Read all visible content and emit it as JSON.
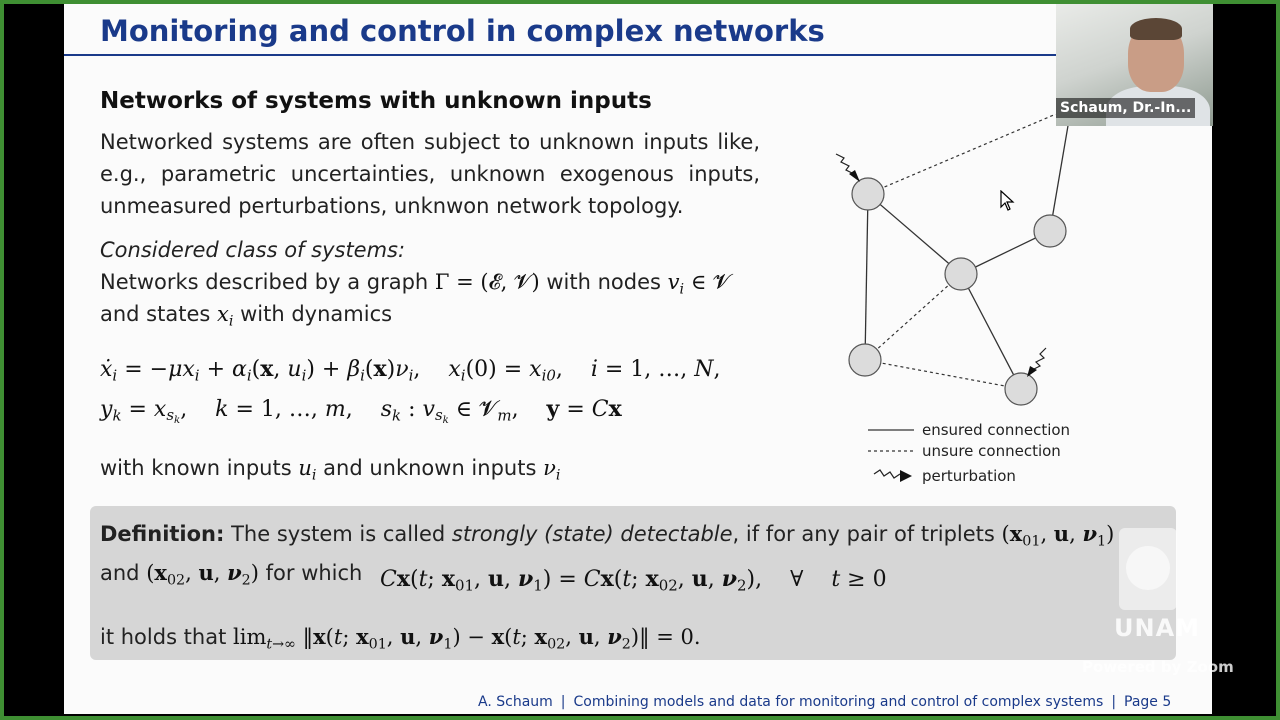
{
  "slide": {
    "title": "Monitoring and control in complex networks",
    "section_heading": "Networks of systems with unknown inputs",
    "intro_text": "Networked systems are often subject to unknown inputs like, e.g., parametric uncertainties, unknown exogenous inputs, unmeasured perturbations, unknwon network topology.",
    "considered_label": "Considered class of systems:",
    "networks_text_1": "Networks described by a graph",
    "networks_text_2": "with nodes",
    "states_text_1": "and states",
    "states_text_2": "with dynamics",
    "known_inputs_text": "with known inputs",
    "unknown_inputs_text": "and unknown inputs",
    "definition_label": "Definition:",
    "definition_text_1": "The system is called",
    "definition_italic": "strongly (state) detectable",
    "definition_text_2": ", if for any pair of triplets",
    "definition_text_3": "and",
    "definition_text_4": "for which",
    "definition_holds": "it holds that"
  },
  "legend": {
    "ensured": "ensured connection",
    "unsure": "unsure connection",
    "perturbation": "perturbation"
  },
  "footer": {
    "author": "A. Schaum",
    "talk_title": "Combining models and data for monitoring and control of complex systems",
    "page": "Page 5"
  },
  "webcam": {
    "participant_name": "Schaum, Dr.-In..."
  },
  "watermark": {
    "unam": "UNAM",
    "powered_by": "Powered by Zoom"
  },
  "colors": {
    "title_blue": "#1a3a8a",
    "zoom_green": "#3f8f33",
    "definition_box": "#d6d6d6"
  }
}
